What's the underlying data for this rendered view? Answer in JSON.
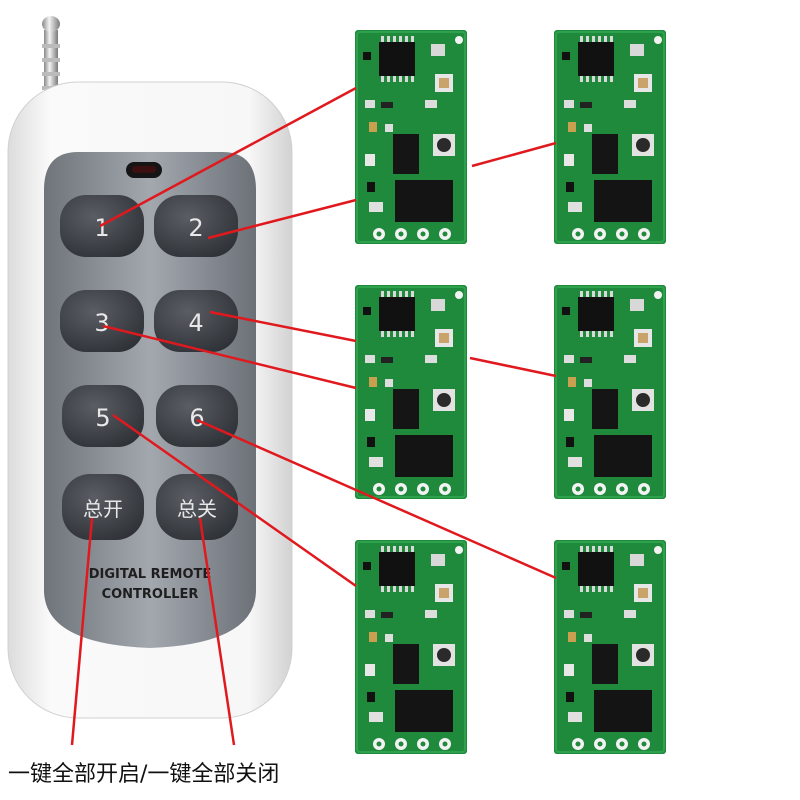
{
  "remote": {
    "buttons": [
      {
        "label": "1"
      },
      {
        "label": "2"
      },
      {
        "label": "3"
      },
      {
        "label": "4"
      },
      {
        "label": "5"
      },
      {
        "label": "6"
      },
      {
        "label": "总开"
      },
      {
        "label": "总关"
      }
    ],
    "brand_line1": "DIGITAL REMOTE",
    "brand_line2": "CONTROLLER"
  },
  "caption": "一键全部开启/一键全部关闭",
  "colors": {
    "line": "#e0191e",
    "pcb": "#1f8a3c",
    "button": "#3d4045",
    "panel": "#8a8f97",
    "body": "#f4f4f4"
  }
}
